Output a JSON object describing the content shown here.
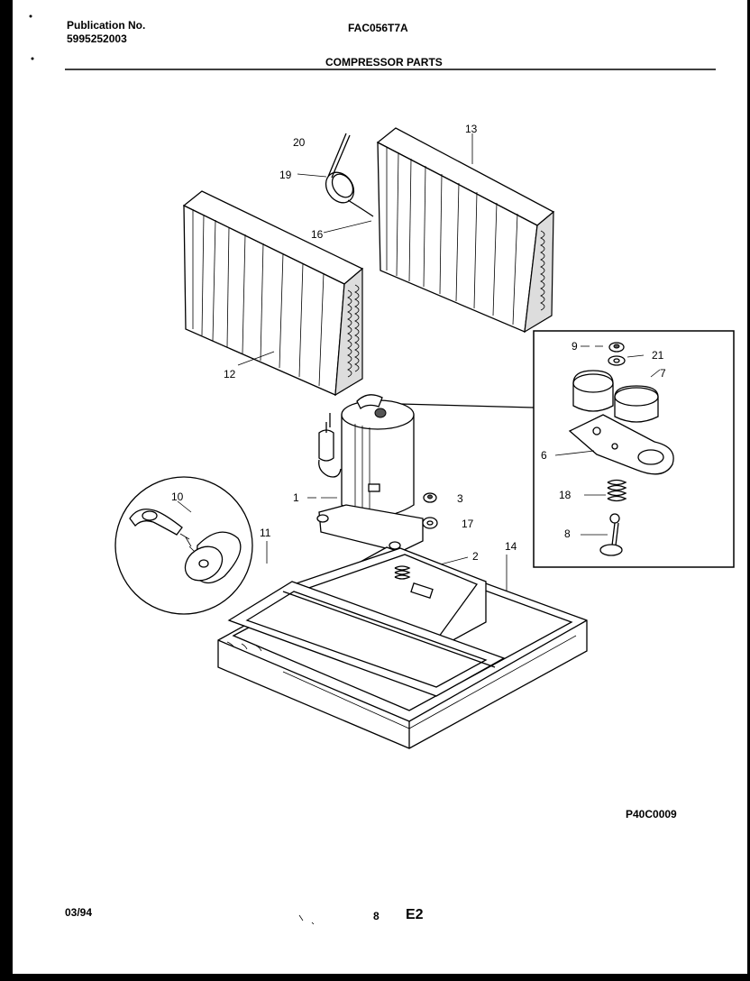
{
  "header": {
    "publication_label": "Publication No.",
    "publication_number": "5995252003",
    "model": "FAC056T7A",
    "section_title": "COMPRESSOR PARTS"
  },
  "footer": {
    "date": "03/94",
    "page": "8",
    "code": "E2"
  },
  "figure_id": "P40C0009",
  "callouts": [
    "1",
    "2",
    "3",
    "6",
    "7",
    "8",
    "9",
    "10",
    "11",
    "12",
    "13",
    "14",
    "16",
    "17",
    "18",
    "19",
    "20",
    "21"
  ]
}
